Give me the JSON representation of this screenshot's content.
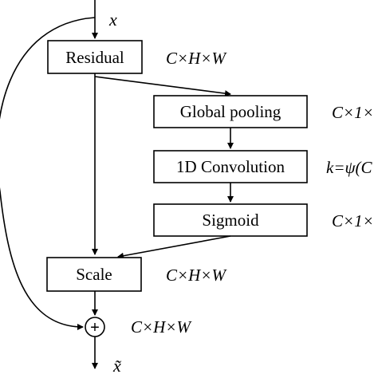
{
  "input_label": "x",
  "output_label": "x̃",
  "boxes": {
    "residual": "Residual",
    "global_pooling": "Global pooling",
    "conv1d": "1D Convolution",
    "sigmoid": "Sigmoid",
    "scale": "Scale"
  },
  "dims": {
    "residual": "C×H×W",
    "global_pooling": "C×1×",
    "conv1d": "k=ψ(C",
    "sigmoid": "C×1×",
    "scale": "C×H×W",
    "sum": "C×H×W"
  },
  "sum_symbol": "+"
}
